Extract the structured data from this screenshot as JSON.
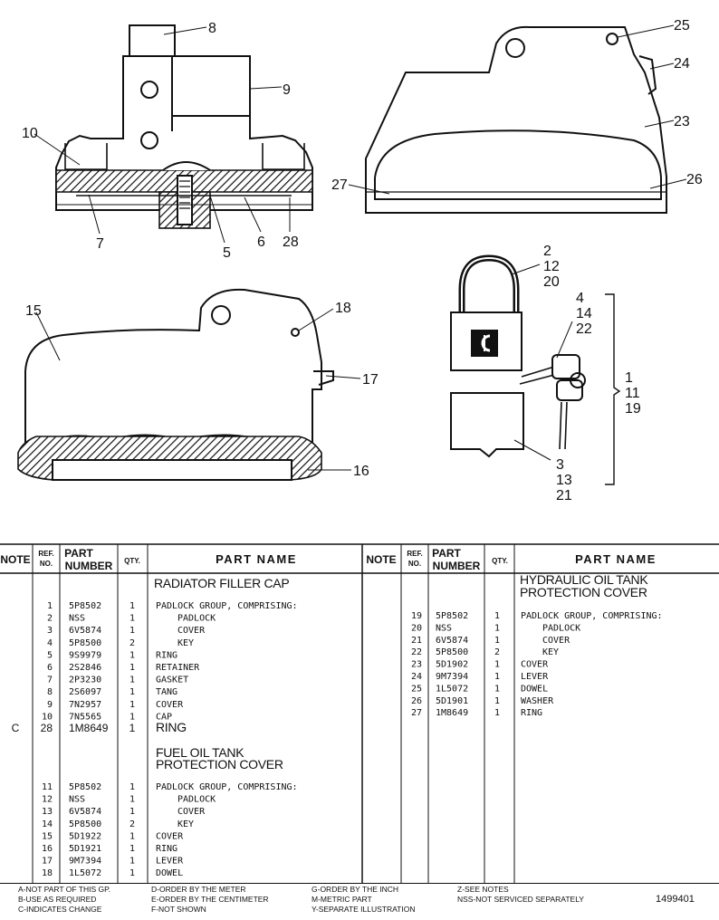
{
  "callouts": {
    "filler": [
      "8",
      "9",
      "10",
      "7",
      "5",
      "6",
      "28"
    ],
    "hyd": [
      "25",
      "24",
      "23",
      "27",
      "26"
    ],
    "fuel": [
      "15",
      "18",
      "17",
      "16"
    ],
    "padlock": [
      "2",
      "12",
      "20"
    ],
    "keys": [
      "4",
      "14",
      "22"
    ],
    "cover": [
      "3",
      "13",
      "21"
    ],
    "group": [
      "1",
      "11",
      "19"
    ]
  },
  "table": {
    "headers": {
      "note": "NOTE",
      "ref": [
        "REF.",
        "NO."
      ],
      "part": [
        "PART",
        "NUMBER"
      ],
      "qty": "QTY.",
      "name": "PART NAME"
    },
    "left": {
      "title": "RADIATOR FILLER CAP",
      "rows": [
        {
          "note": "",
          "ref": "1",
          "part": "5P8502",
          "qty": "1",
          "name": "PADLOCK GROUP, COMPRISING:",
          "indent": 0
        },
        {
          "note": "",
          "ref": "2",
          "part": "NSS",
          "qty": "1",
          "name": "PADLOCK",
          "indent": 1
        },
        {
          "note": "",
          "ref": "3",
          "part": "6V5874",
          "qty": "1",
          "name": "COVER",
          "indent": 1
        },
        {
          "note": "",
          "ref": "4",
          "part": "5P8500",
          "qty": "2",
          "name": "KEY",
          "indent": 1
        },
        {
          "note": "",
          "ref": "5",
          "part": "9S9979",
          "qty": "1",
          "name": "RING",
          "indent": 0
        },
        {
          "note": "",
          "ref": "6",
          "part": "2S2846",
          "qty": "1",
          "name": "RETAINER",
          "indent": 0
        },
        {
          "note": "",
          "ref": "7",
          "part": "2P3230",
          "qty": "1",
          "name": "GASKET",
          "indent": 0
        },
        {
          "note": "",
          "ref": "8",
          "part": "2S6097",
          "qty": "1",
          "name": "TANG",
          "indent": 0
        },
        {
          "note": "",
          "ref": "9",
          "part": "7N2957",
          "qty": "1",
          "name": "COVER",
          "indent": 0
        },
        {
          "note": "",
          "ref": "10",
          "part": "7N5565",
          "qty": "1",
          "name": "CAP",
          "indent": 0
        },
        {
          "note": "C",
          "ref": "28",
          "part": "1M8649",
          "qty": "1",
          "name": "RING",
          "indent": 0
        }
      ],
      "title2": [
        "FUEL OIL TANK",
        "PROTECTION COVER"
      ],
      "rows2": [
        {
          "ref": "11",
          "part": "5P8502",
          "qty": "1",
          "name": "PADLOCK GROUP, COMPRISING:",
          "indent": 0
        },
        {
          "ref": "12",
          "part": "NSS",
          "qty": "1",
          "name": "PADLOCK",
          "indent": 1
        },
        {
          "ref": "13",
          "part": "6V5874",
          "qty": "1",
          "name": "COVER",
          "indent": 1
        },
        {
          "ref": "14",
          "part": "5P8500",
          "qty": "2",
          "name": "KEY",
          "indent": 1
        },
        {
          "ref": "15",
          "part": "5D1922",
          "qty": "1",
          "name": "COVER",
          "indent": 0
        },
        {
          "ref": "16",
          "part": "5D1921",
          "qty": "1",
          "name": "RING",
          "indent": 0
        },
        {
          "ref": "17",
          "part": "9M7394",
          "qty": "1",
          "name": "LEVER",
          "indent": 0
        },
        {
          "ref": "18",
          "part": "1L5072",
          "qty": "1",
          "name": "DOWEL",
          "indent": 0
        }
      ]
    },
    "right": {
      "title": [
        "HYDRAULIC OIL TANK",
        "PROTECTION COVER"
      ],
      "rows": [
        {
          "ref": "19",
          "part": "5P8502",
          "qty": "1",
          "name": "PADLOCK GROUP, COMPRISING:",
          "indent": 0
        },
        {
          "ref": "20",
          "part": "NSS",
          "qty": "1",
          "name": "PADLOCK",
          "indent": 1
        },
        {
          "ref": "21",
          "part": "6V5874",
          "qty": "1",
          "name": "COVER",
          "indent": 1
        },
        {
          "ref": "22",
          "part": "5P8500",
          "qty": "2",
          "name": "KEY",
          "indent": 1
        },
        {
          "ref": "23",
          "part": "5D1902",
          "qty": "1",
          "name": "COVER",
          "indent": 0
        },
        {
          "ref": "24",
          "part": "9M7394",
          "qty": "1",
          "name": "LEVER",
          "indent": 0
        },
        {
          "ref": "25",
          "part": "1L5072",
          "qty": "1",
          "name": "DOWEL",
          "indent": 0
        },
        {
          "ref": "26",
          "part": "5D1901",
          "qty": "1",
          "name": "WASHER",
          "indent": 0
        },
        {
          "ref": "27",
          "part": "1M8649",
          "qty": "1",
          "name": "RING",
          "indent": 0
        }
      ]
    }
  },
  "legend": {
    "col1": [
      "A-NOT PART OF THIS GP.",
      "B-USE AS REQUIRED",
      "C-INDICATES CHANGE"
    ],
    "col2": [
      "D-ORDER BY THE METER",
      "E-ORDER BY THE CENTIMETER",
      "F-NOT SHOWN"
    ],
    "col3": [
      "G-ORDER BY THE INCH",
      "M-METRIC PART",
      "Y-SEPARATE ILLUSTRATION"
    ],
    "col4": [
      "Z-SEE NOTES",
      "NSS-NOT SERVICED SEPARATELY"
    ],
    "serial": "1499401"
  }
}
